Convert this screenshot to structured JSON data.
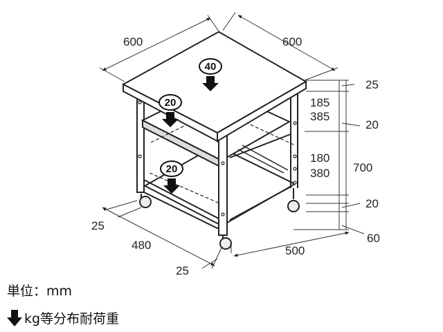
{
  "dimensions": {
    "top_depth": "600",
    "top_width": "600",
    "top_thickness": "25",
    "upper_gap_a": "185",
    "upper_gap_b": "385",
    "middle_shelf_thickness": "20",
    "lower_gap_a": "180",
    "lower_gap_b": "380",
    "total_height": "700",
    "bottom_shelf_thickness": "20",
    "caster_height": "60",
    "inner_offset_left": "25",
    "base_depth": "480",
    "inner_offset_bottom": "25",
    "base_width": "500"
  },
  "loads": {
    "top": "40",
    "middle": "20",
    "bottom": "20"
  },
  "legend": {
    "unit": "単位：mm",
    "load_note": "kg等分布耐荷重"
  },
  "colors": {
    "line": "#222222",
    "panel_fill": "#ffffff",
    "shadow": "#777777"
  }
}
